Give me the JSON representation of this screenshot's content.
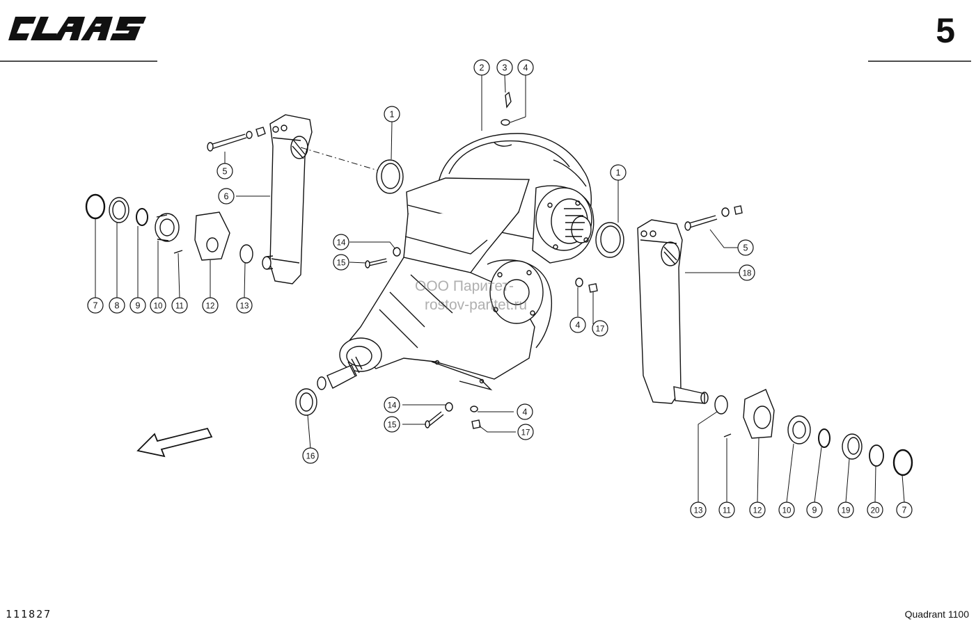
{
  "header": {
    "brand_logo_text": "CLAAS",
    "page_number": "5"
  },
  "footer": {
    "drawing_number": "111827",
    "model_name": "Quadrant 1100"
  },
  "watermark": {
    "line1": "ООО Паритет-",
    "line2": "rostov-paritet.ru"
  },
  "colors": {
    "ink": "#111111",
    "paper": "#ffffff",
    "watermark": "#8a8a8a"
  },
  "part_callouts": [
    "1",
    "2",
    "3",
    "4",
    "5",
    "6",
    "7",
    "8",
    "9",
    "10",
    "11",
    "12",
    "13",
    "14",
    "15",
    "16",
    "17",
    "18",
    "19",
    "20"
  ],
  "direction_arrow": "arrow-left-down-icon"
}
